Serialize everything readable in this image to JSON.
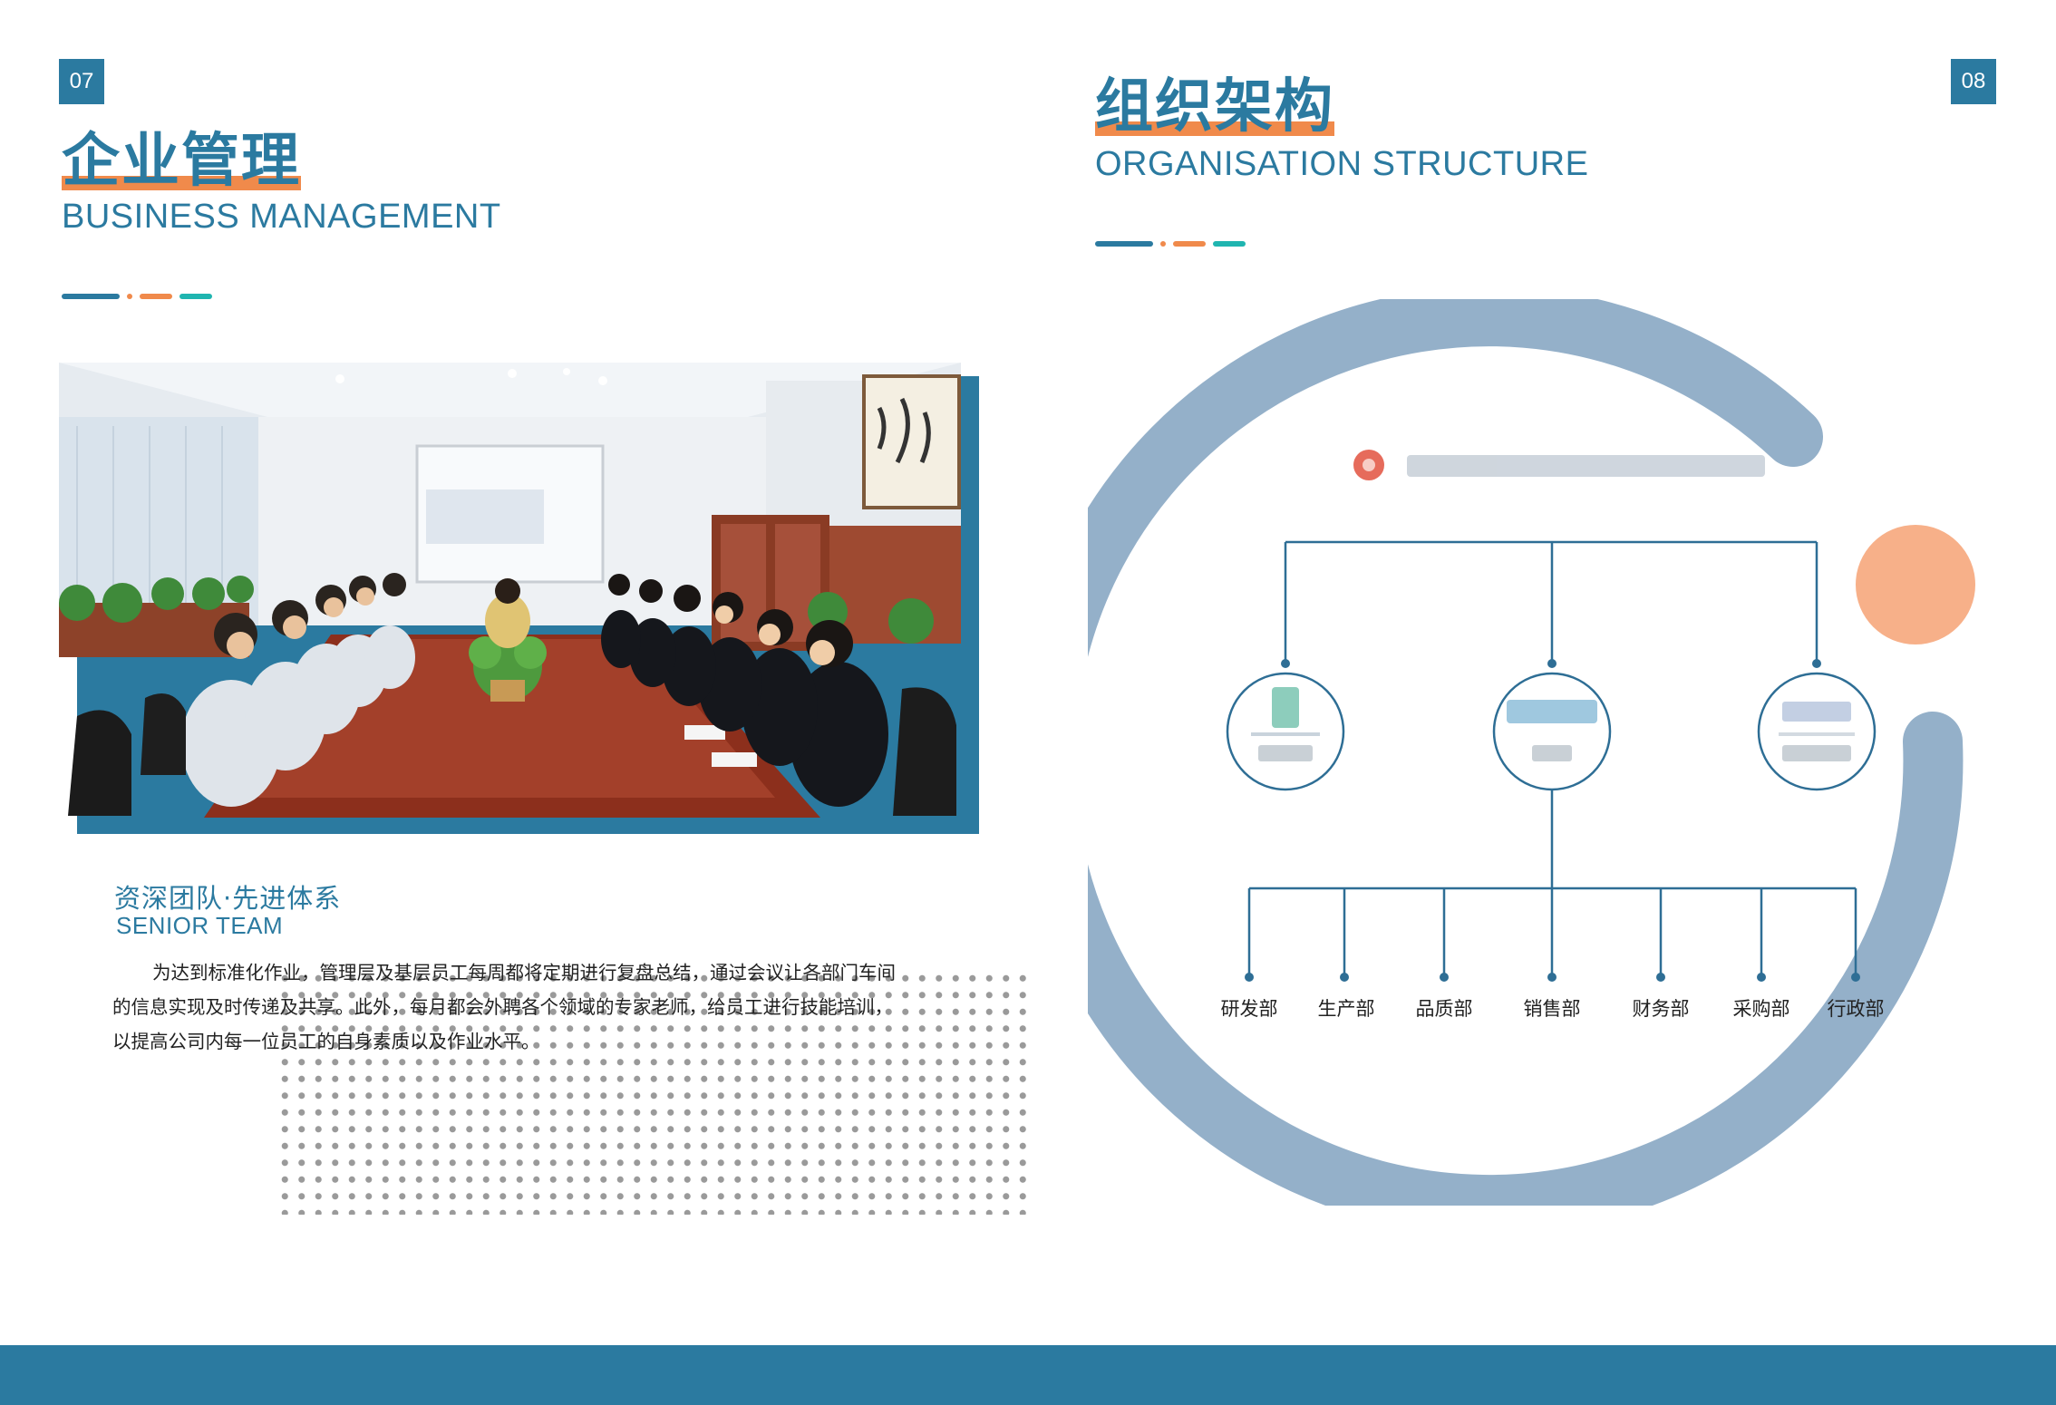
{
  "left_page": {
    "page_number": "07",
    "title_cn": "企业管理",
    "title_en": "BUSINESS MANAGEMENT",
    "subtitle_cn": "资深团队·先进体系",
    "subtitle_en": "SENIOR TEAM",
    "body": "为达到标准化作业，管理层及基层员工每周都将定期进行复盘总结，通过会议让各部门车间的信息实现及时传递及共享。此外，每月都会外聘各个领域的专家老师，给员工进行技能培训，以提高公司内每一位员工的自身素质以及作业水平。"
  },
  "right_page": {
    "page_number": "08",
    "title_cn": "组织架构",
    "title_en": "ORGANISATION STRUCTURE"
  },
  "org_chart": {
    "departments": [
      "研发部",
      "生产部",
      "品质部",
      "销售部",
      "财务部",
      "采购部",
      "行政部"
    ]
  },
  "colors": {
    "primary": "#2b7aa0",
    "accent_orange": "#f08a4b",
    "accent_teal": "#1fb5b0",
    "ring": "#94b0c9",
    "peach": "#f7b089",
    "line": "#2e6e95"
  }
}
